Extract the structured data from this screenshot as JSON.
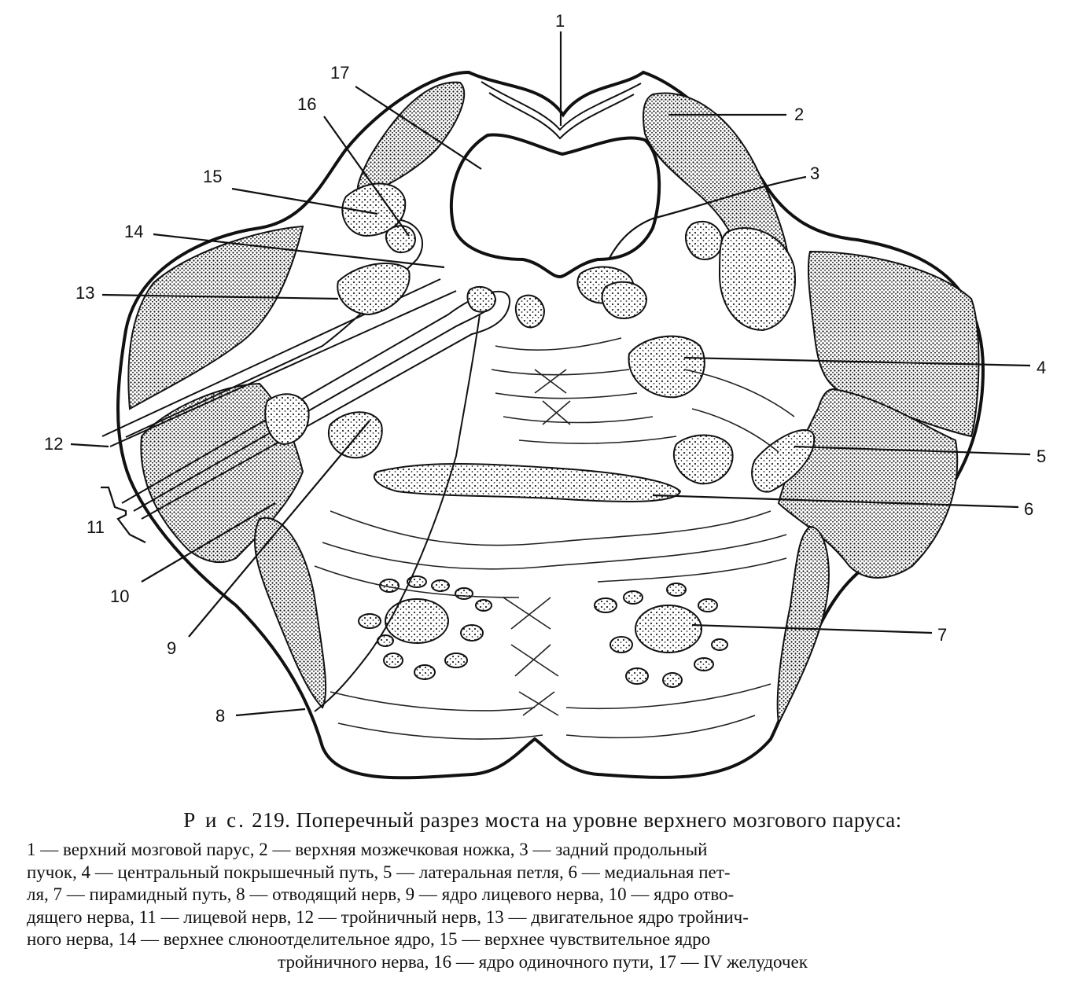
{
  "caption": {
    "figure_prefix": "Р и с.",
    "figure_number": "219.",
    "title": "Поперечный разрез моста на уровне верхнего мозгового паруса:",
    "legend_lines": [
      "1 — верхний мозговой парус, 2 — верхняя мозжечковая ножка, 3 — задний продольный",
      "пучок, 4 — центральный покрышечный путь, 5 — латеральная петля, 6 — медиальная пет-",
      "ля, 7 — пирамидный путь, 8 — отводящий нерв, 9 — ядро лицевого нерва, 10 — ядро отво-",
      "дящего нерва, 11 — лицевой нерв, 12 — тройничный нерв, 13 — двигательное ядро тройнич-",
      "ного нерва, 14 — верхнее слюноотделительное ядро, 15 — верхнее чувствительное ядро",
      "тройничного нерва, 16 — ядро одиночного пути, 17 — IV желудочек"
    ]
  },
  "labels": [
    {
      "id": "1",
      "text": "1"
    },
    {
      "id": "2",
      "text": "2"
    },
    {
      "id": "3",
      "text": "3"
    },
    {
      "id": "4",
      "text": "4"
    },
    {
      "id": "5",
      "text": "5"
    },
    {
      "id": "6",
      "text": "6"
    },
    {
      "id": "7",
      "text": "7"
    },
    {
      "id": "8",
      "text": "8"
    },
    {
      "id": "9",
      "text": "9"
    },
    {
      "id": "10",
      "text": "10"
    },
    {
      "id": "11",
      "text": "11"
    },
    {
      "id": "12",
      "text": "12"
    },
    {
      "id": "13",
      "text": "13"
    },
    {
      "id": "14",
      "text": "14"
    },
    {
      "id": "15",
      "text": "15"
    },
    {
      "id": "16",
      "text": "16"
    },
    {
      "id": "17",
      "text": "17"
    }
  ]
}
